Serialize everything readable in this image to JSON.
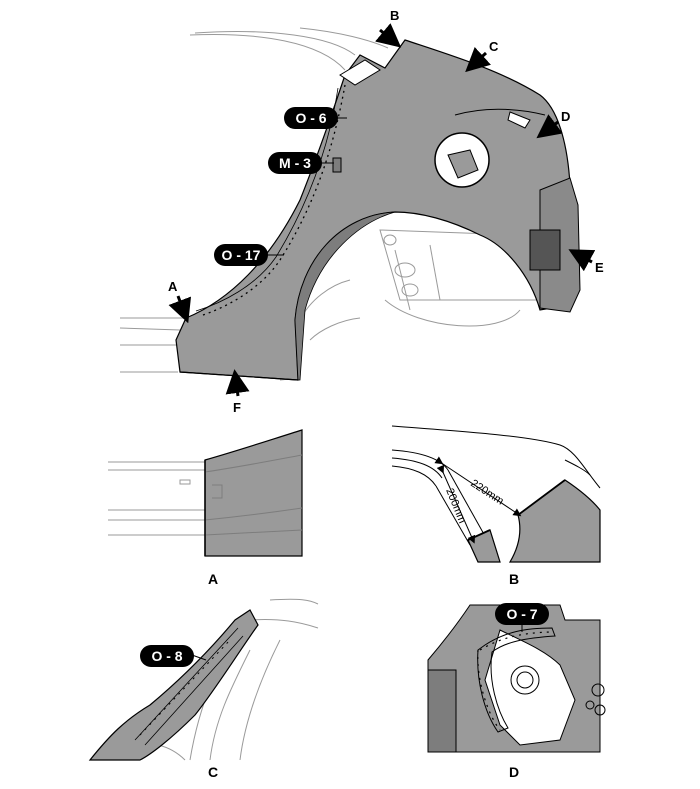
{
  "callouts": {
    "o6": "O - 6",
    "m3": "M - 3",
    "o17": "O - 17",
    "o8": "O - 8",
    "o7": "O - 7"
  },
  "arrows": {
    "a": "A",
    "b": "B",
    "c": "C",
    "d": "D",
    "e": "E",
    "f": "F"
  },
  "dimensions": {
    "d220": "220mm",
    "d200": "200mm"
  },
  "captions": {
    "a": "A",
    "b": "B",
    "c": "C",
    "d": "D"
  },
  "colors": {
    "panel_fill": "#9a9a9a",
    "panel_dark": "#7d7d7d",
    "line": "#000000",
    "light_line": "#b5b5b5"
  }
}
